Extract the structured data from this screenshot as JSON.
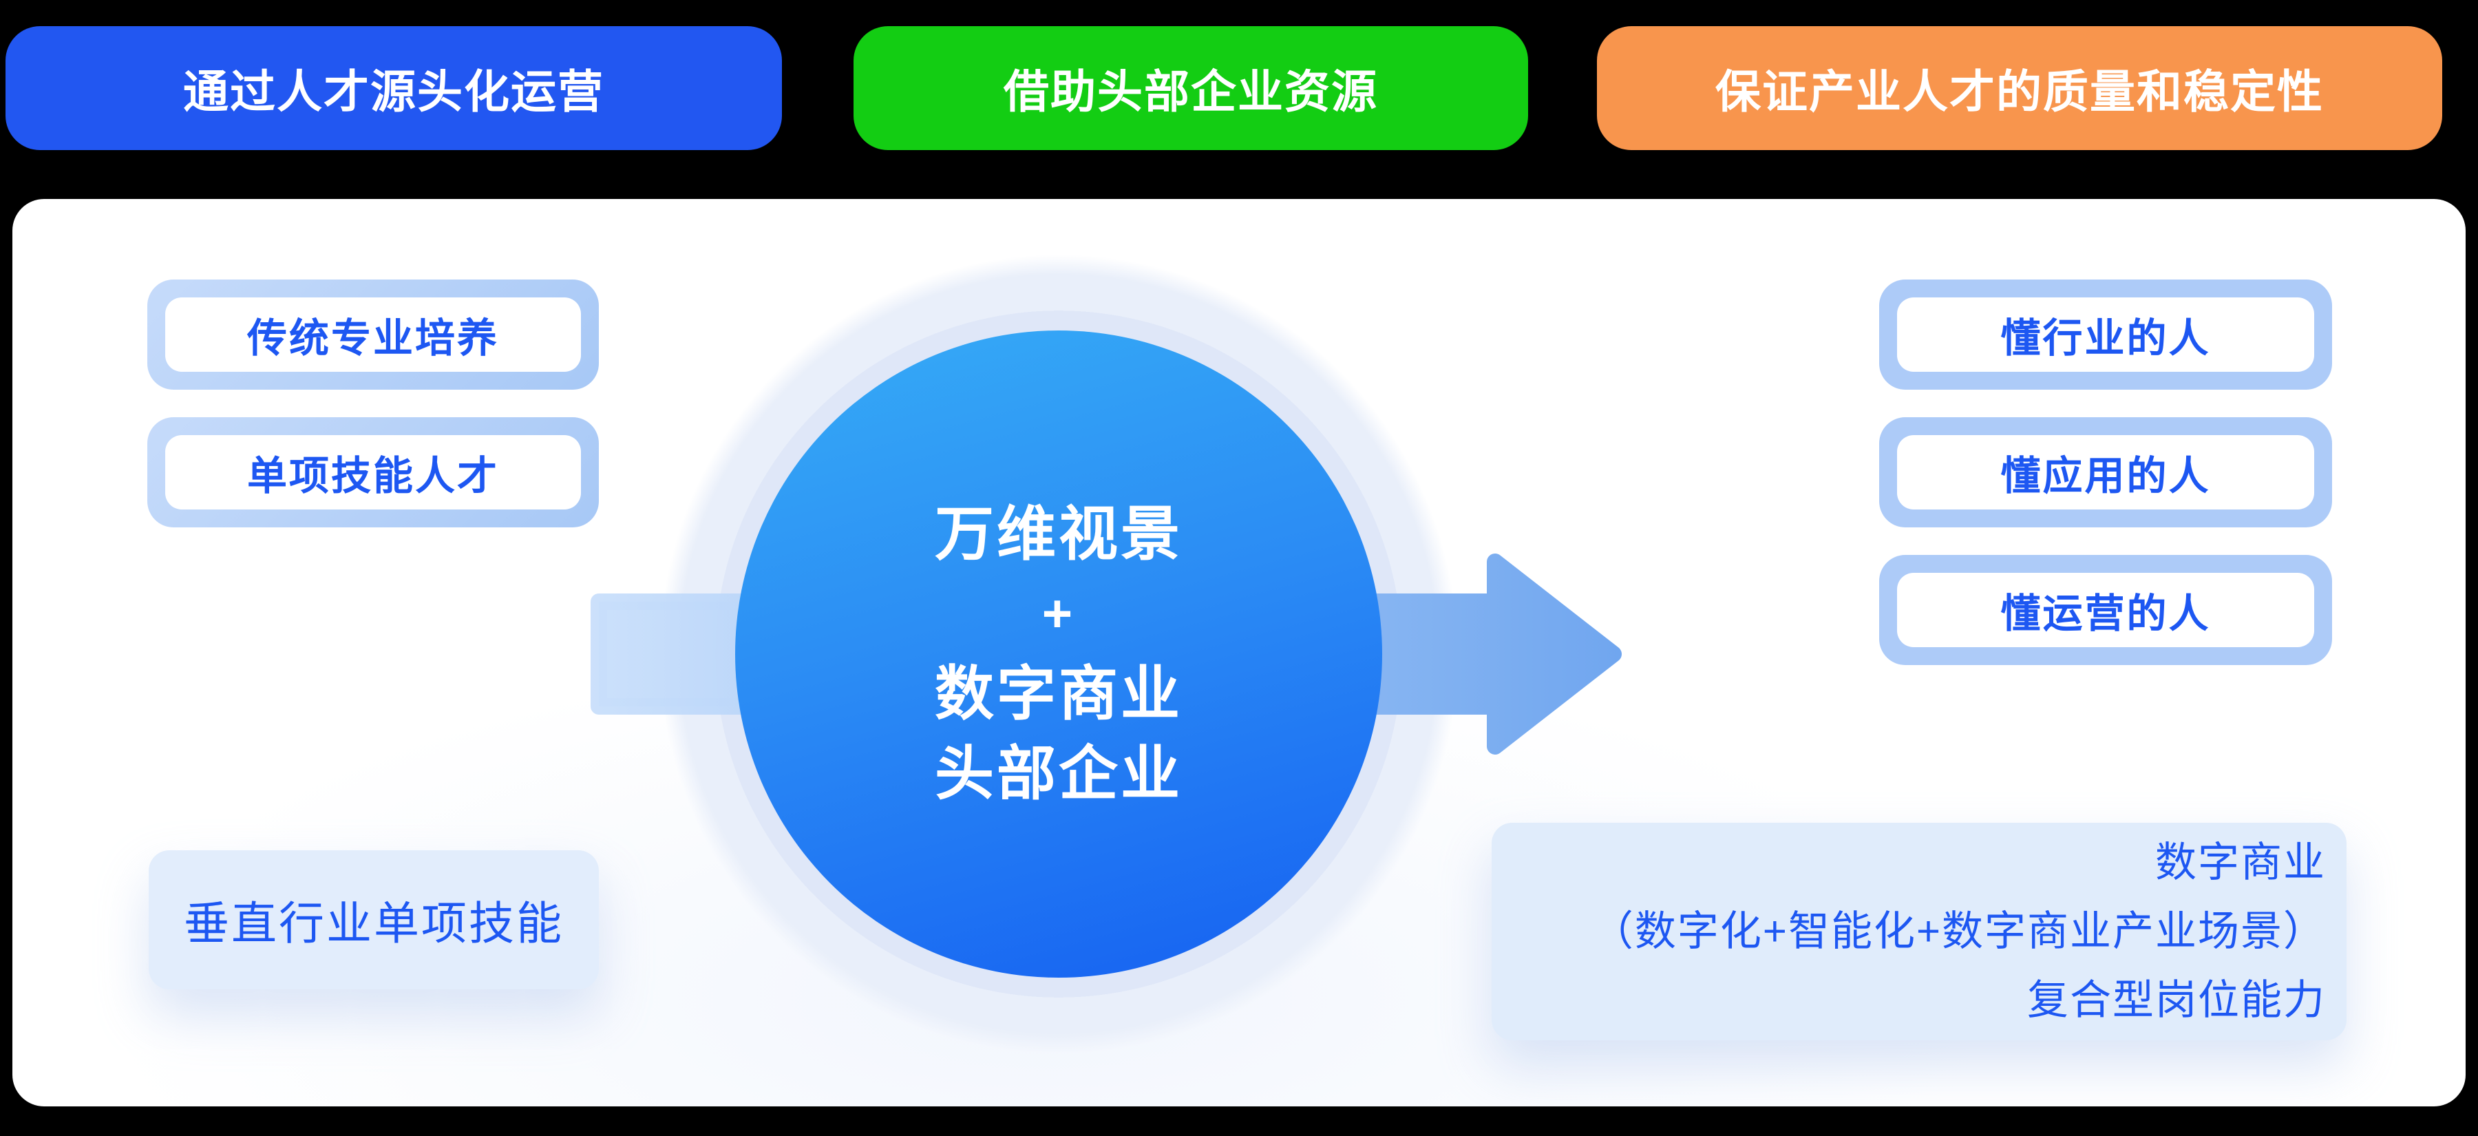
{
  "banner": {
    "buttons": [
      {
        "label": "通过人才源头化运营",
        "color": "#2257F1"
      },
      {
        "label": "借助头部企业资源",
        "color": "#13CD13"
      },
      {
        "label": "保证产业人才的质量和稳定性",
        "color": "#F8954D"
      }
    ]
  },
  "diagram": {
    "left_boxes": [
      {
        "label": "传统专业培养"
      },
      {
        "label": "单项技能人才"
      }
    ],
    "left_note": {
      "label": "垂直行业单项技能"
    },
    "circle": {
      "lines": [
        "万维视景",
        "+",
        "数字商业",
        "头部企业"
      ]
    },
    "right_boxes": [
      {
        "label": "懂行业的人"
      },
      {
        "label": "懂应用的人"
      },
      {
        "label": "懂运营的人"
      }
    ],
    "right_note": {
      "lines": [
        "数字商业",
        "（数字化+智能化+数字商业产业场景）",
        "复合型岗位能力"
      ]
    }
  },
  "colors": {
    "banner_blue": "#2257F1",
    "banner_green": "#13CD13",
    "banner_orange": "#F8954D",
    "text_blue": "#1D57F2",
    "circle_gradient_top": "#36ACF6",
    "circle_gradient_bottom": "#1560F2",
    "frame_gradient_light": "#C6DBFA",
    "frame_gradient_deep": "#A7C8F6",
    "frame_solid": "#ADCBF8",
    "note_background": "#E2EDFC",
    "arrow_light": "#C9DFFB",
    "arrow_deep": "#70A6EF",
    "halo": "#DFE7F8"
  }
}
